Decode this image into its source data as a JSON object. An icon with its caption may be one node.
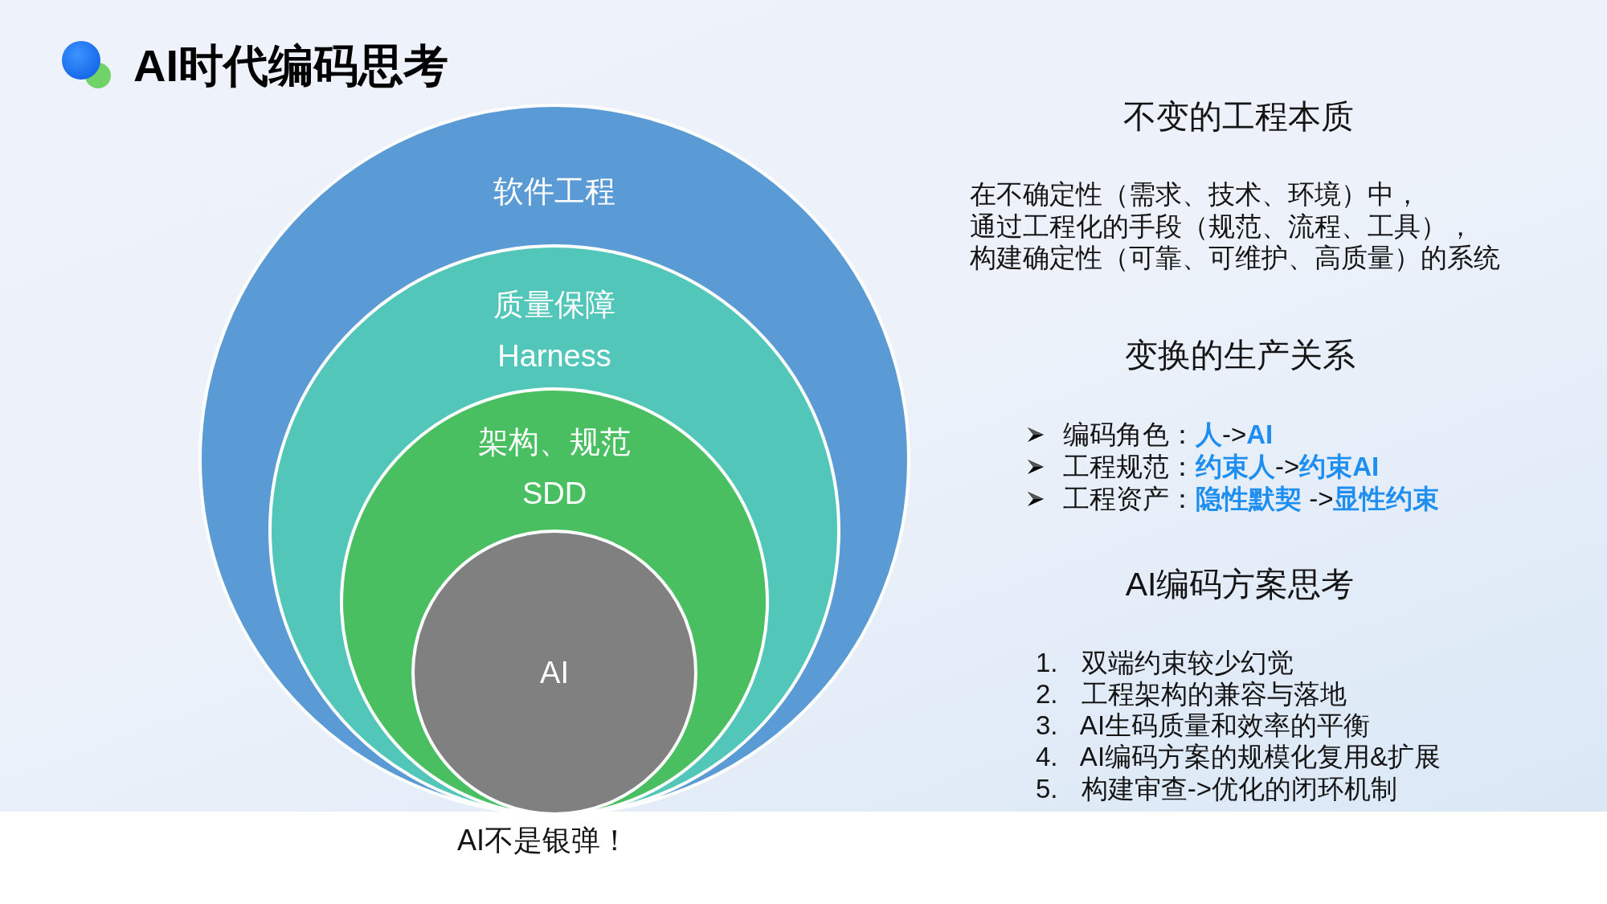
{
  "diagram": {
    "title": "AI时代编码思考",
    "caption": "AI不是银弹！",
    "nodes": [
      {
        "text": [
          "软件工程"
        ]
      },
      {
        "text": [
          "质量保障",
          "Harness"
        ],
        "in": 0
      },
      {
        "text": [
          "架构、规范",
          "SDD"
        ],
        "in": 1
      },
      {
        "text": [
          "AI"
        ],
        "in": 2
      }
    ],
    "labels": [
      "不变的工程本质",
      "在不确定性（需求、技术、环境）中，",
      "通过工程化的手段（规范、流程、工具），",
      "构建确定性（可靠、可维护、高质量）的系统",
      "变换的生产关系",
      "编码角色：**人**->**AI**",
      "工程规范：**约束人**->**约束AI**",
      "工程资产：**隐性默契** ->**显性约束**",
      "AI编码方案思考",
      "1. 双端约束较少幻觉",
      "2. 工程架构的兼容与落地",
      "3. AI生码质量和效率的平衡",
      "4. AI编码方案的规模化复用&扩展",
      "5. 构建审查->优化的闭环机制"
    ]
  }
}
